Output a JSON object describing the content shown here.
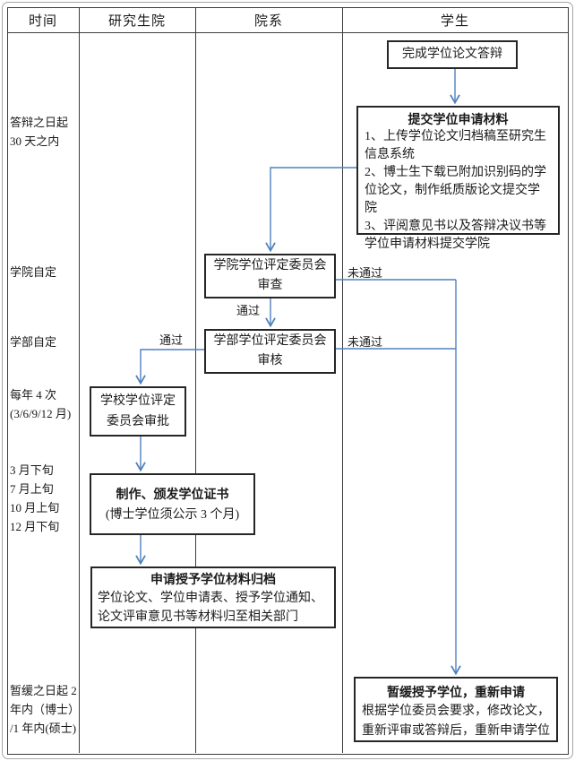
{
  "header": {
    "columns": [
      "时间",
      "研究生院",
      "院系",
      "学生"
    ]
  },
  "timeline": {
    "t1": "答辩之日起\n30 天之内",
    "t2": "学院自定",
    "t3": "学部自定",
    "t4": "每年 4 次\n(3/6/9/12 月)",
    "t5": "3 月下旬\n7 月上旬\n10 月上旬\n12 月下旬",
    "t6": "暂缓之日起 2\n年内（博士）\n/1 年内(硕士)"
  },
  "boxes": {
    "defense": {
      "title": "完成学位论文答辩"
    },
    "submit": {
      "title": "提交学位申请材料",
      "body": "1、上传学位论文归档稿至研究生信息系统\n2、博士生下载已附加识别码的学位论文，制作纸质版论文提交学院\n3、评阅意见书以及答辩决议书等学位申请材料提交学院"
    },
    "college_review": {
      "title": "学院学位评定委员会\n审查"
    },
    "division_review": {
      "title": "学部学位评定委员会\n审核"
    },
    "university_approval": {
      "title": "学校学位评定\n委员会审批"
    },
    "certificate": {
      "title": "制作、颁发学位证书",
      "body": "(博士学位须公示 3 个月)"
    },
    "archive": {
      "title": "申请授予学位材料归档",
      "body": "学位论文、学位申请表、授予学位通知、论文评审意见书等材料归至相关部门"
    },
    "postpone": {
      "title": "暂缓授予学位，重新申请",
      "body": "根据学位委员会要求，修改论文，\n重新评审或答辩后，重新申请学位"
    }
  },
  "edge_labels": {
    "pass1": "通过",
    "pass2": "通过",
    "fail1": "未通过",
    "fail2": "未通过"
  },
  "colors": {
    "arrow": "#4f81bd",
    "box_border": "#262626",
    "grid": "#3d3d3d"
  }
}
